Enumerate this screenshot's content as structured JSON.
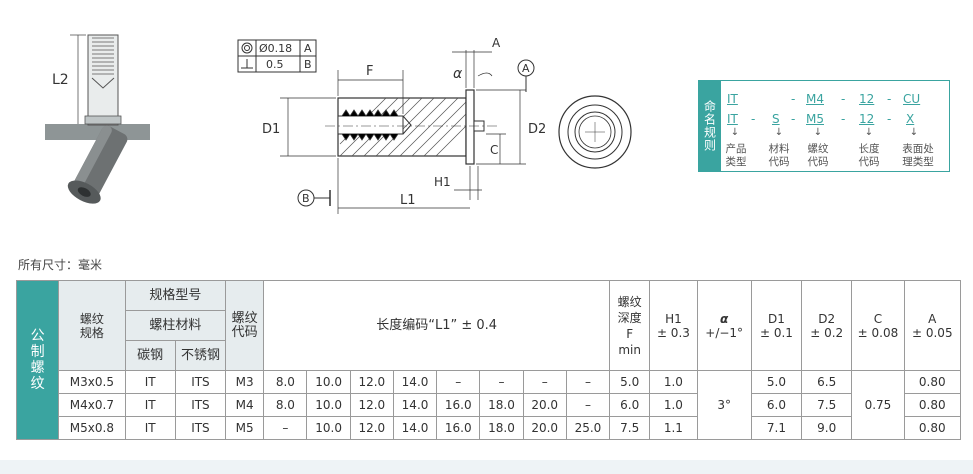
{
  "drawing": {
    "label_L2": "L2",
    "label_D1": "D1",
    "label_D2": "D2",
    "label_F": "F",
    "label_A": "A",
    "label_C": "C",
    "label_H1": "H1",
    "label_L1": "L1",
    "datum_A": "A",
    "datum_B": "B",
    "angle_symbol": "α",
    "tol_frame": {
      "row1_value": "Ø0.18",
      "row1_ref": "A",
      "row2_value": "0.5",
      "row2_ref": "B"
    }
  },
  "naming": {
    "title": "命名规则",
    "row1": [
      "IT",
      "-",
      "M4",
      "-",
      "12",
      "-",
      "CU"
    ],
    "row2": [
      "IT",
      "-",
      "S",
      "-",
      "M5",
      "-",
      "12",
      "-",
      "X"
    ],
    "arrows": [
      "↓",
      "↓",
      "↓",
      "↓",
      "↓"
    ],
    "labels": [
      "产品\n类型",
      "材料\n代码",
      "螺纹\n代码",
      "长度\n代码",
      "表面处\n理类型"
    ]
  },
  "unit_note": "所有尺寸：毫米",
  "table": {
    "side_label": "公制螺纹",
    "h_thread_spec": "螺纹规格",
    "h_spec_model": "规格型号",
    "h_stud_material": "螺柱材料",
    "h_carbon": "碳钢",
    "h_stainless": "不锈钢",
    "h_thread_code": "螺纹代码",
    "h_length_code": "长度编码“L1” ± 0.4",
    "h_depth": "螺纹深度 F min",
    "h_h1": "H1",
    "h_h1_tol": "± 0.3",
    "h_alpha": "α",
    "h_alpha_tol": "+/−1°",
    "h_d1": "D1",
    "h_d1_tol": "± 0.1",
    "h_d2": "D2",
    "h_d2_tol": "± 0.2",
    "h_c": "C",
    "h_c_tol": "± 0.08",
    "h_a": "A",
    "h_a_tol": "± 0.05",
    "alpha_value": "3°",
    "c_value": "0.75",
    "rows": [
      {
        "spec": "M3x0.5",
        "carbon": "IT",
        "stainless": "ITS",
        "code": "M3",
        "lengths": [
          "8.0",
          "10.0",
          "12.0",
          "14.0",
          "–",
          "–",
          "–",
          "–"
        ],
        "depth": "5.0",
        "h1": "1.0",
        "d1": "5.0",
        "d2": "6.5",
        "a": "0.80"
      },
      {
        "spec": "M4x0.7",
        "carbon": "IT",
        "stainless": "ITS",
        "code": "M4",
        "lengths": [
          "8.0",
          "10.0",
          "12.0",
          "14.0",
          "16.0",
          "18.0",
          "20.0",
          "–"
        ],
        "depth": "6.0",
        "h1": "1.0",
        "d1": "6.0",
        "d2": "7.5",
        "a": "0.80"
      },
      {
        "spec": "M5x0.8",
        "carbon": "IT",
        "stainless": "ITS",
        "code": "M5",
        "lengths": [
          "–",
          "10.0",
          "12.0",
          "14.0",
          "16.0",
          "18.0",
          "20.0",
          "25.0"
        ],
        "depth": "7.5",
        "h1": "1.1",
        "d1": "7.1",
        "d2": "9.0",
        "a": "0.80"
      }
    ]
  },
  "colors": {
    "accent": "#3aa4a0",
    "header_bg": "#e6ecee"
  }
}
